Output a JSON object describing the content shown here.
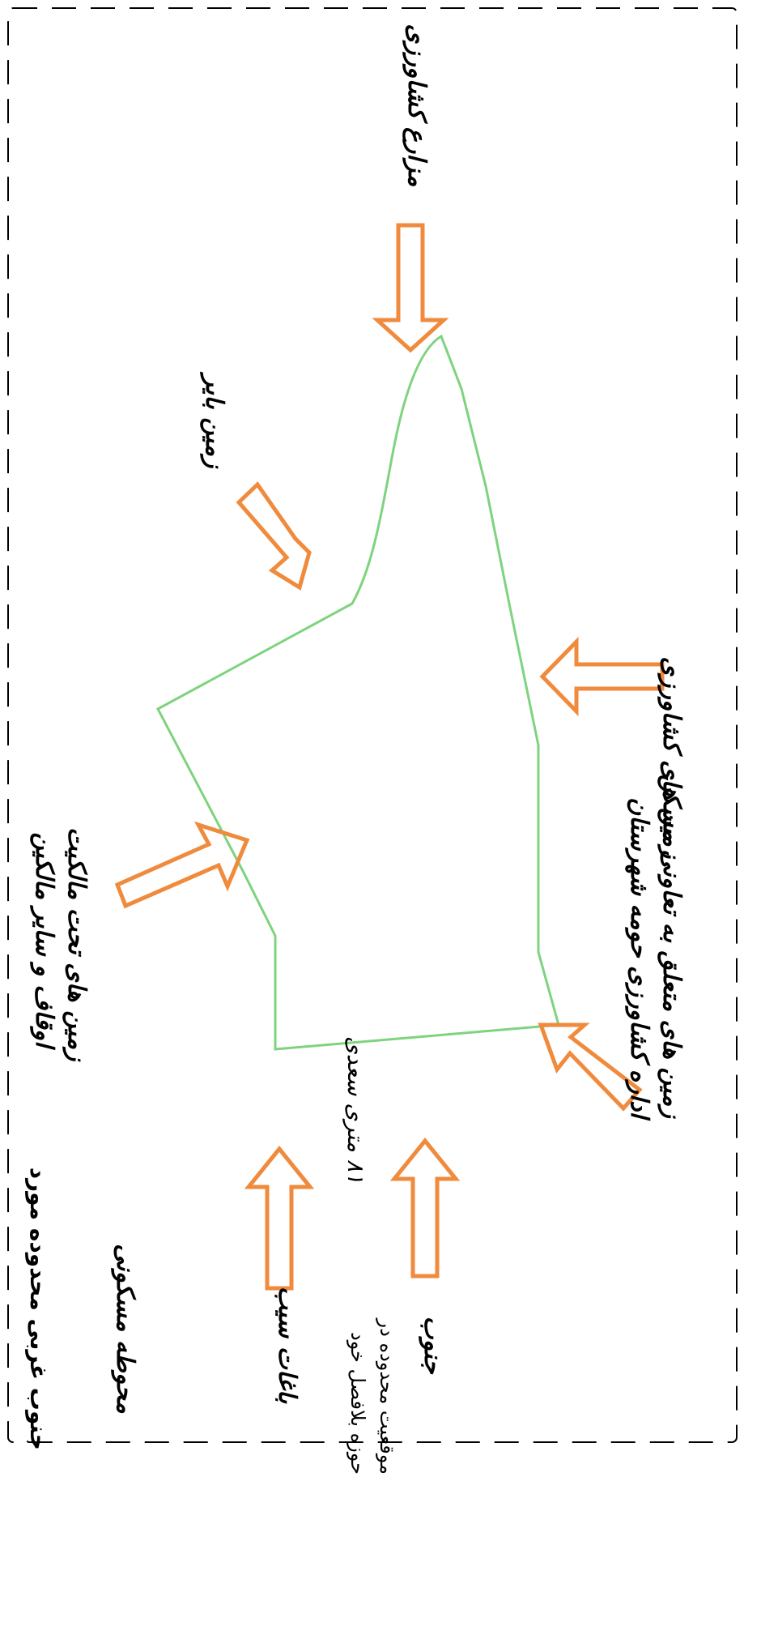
{
  "labels": {
    "top_farmland": "مزارع کشاورزی",
    "top_left_land": "زمین بایر",
    "right_mid_land": "زمین های کشاورزی",
    "right_bottom_land": "زمین های متعلق به تعاونی مسکن\nاداره کشاورزی حومه شهرستان",
    "left_land": "زمین های تحت مالکیت\nاوقاف و سایر مالکین",
    "road_label": "۱۸ متری سعدی",
    "row_label_1": "جنوب",
    "row_label_2": "باغات سیب",
    "row_label_3": "محوطه مسکونی"
  },
  "captions": {
    "location": "موقعیت محدوده در\nحوزه بلافصل خود",
    "orientation": "جنوب غربی محدوده مورد"
  },
  "colors": {
    "arrow_stroke": "#F08A3C",
    "outline_green": "#7ED37E",
    "frame": "#000000"
  }
}
